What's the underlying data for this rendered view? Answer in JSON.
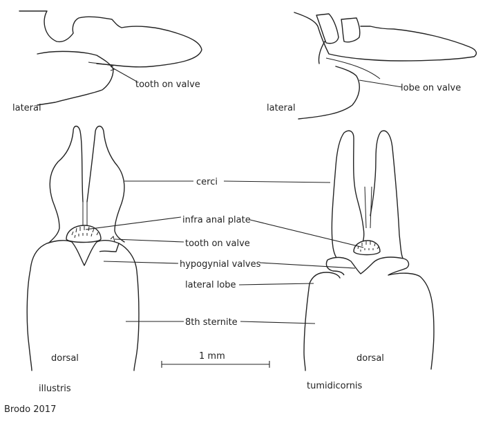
{
  "labels": {
    "tooth_on_valve_lateral": "tooth on valve",
    "lobe_on_valve": "lobe on valve",
    "lateral_left": "lateral",
    "lateral_right": "lateral",
    "cerci": "cerci",
    "infra_anal_plate": "infra anal plate",
    "tooth_on_valve_dorsal": "tooth on valve",
    "hypogynial_valves": "hypogynial valves",
    "lateral_lobe": "lateral lobe",
    "eighth_sternite": "8th sternite",
    "dorsal_left": "dorsal",
    "dorsal_right": "dorsal",
    "scale_bar": "1 mm",
    "species_left": "illustris",
    "species_right": "tumidicornis",
    "credit": "Brodo 2017"
  }
}
